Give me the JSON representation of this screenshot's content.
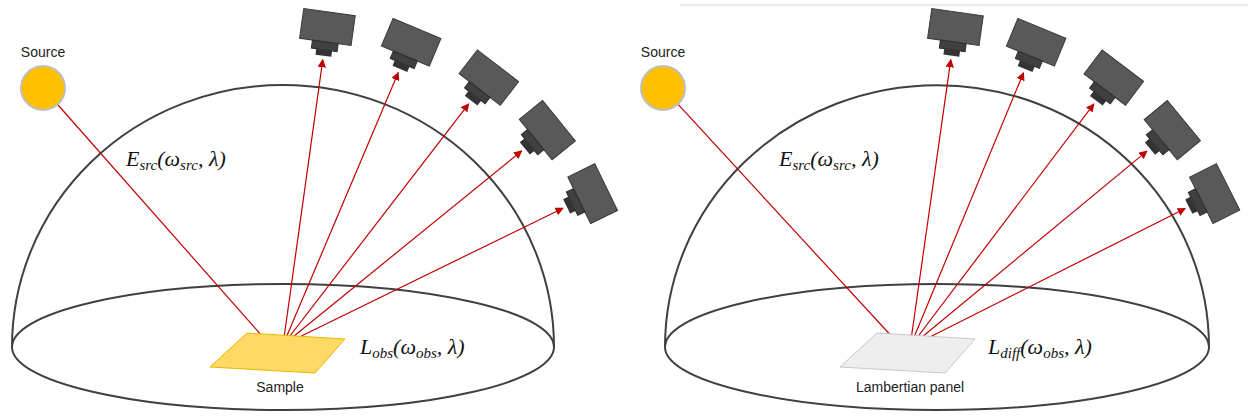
{
  "diagram": {
    "nodes": [
      {
        "text": [
          "Source"
        ]
      },
      {
        "text": [
          "Sample"
        ]
      },
      {
        "text": [
          "Source"
        ]
      },
      {
        "text": [
          "Lambertian panel"
        ]
      }
    ],
    "edges": [
      {
        "from": 0,
        "to": 1,
        "arrow": "to"
      },
      {
        "from": 2,
        "to": 3,
        "arrow": "to"
      }
    ],
    "labels": [
      "Esrc(ωsrc, λ)",
      "Lobs(ωobs, λ)",
      "Esrc(ωsrc, λ)",
      "Ldiff(ωobs, λ)"
    ]
  }
}
